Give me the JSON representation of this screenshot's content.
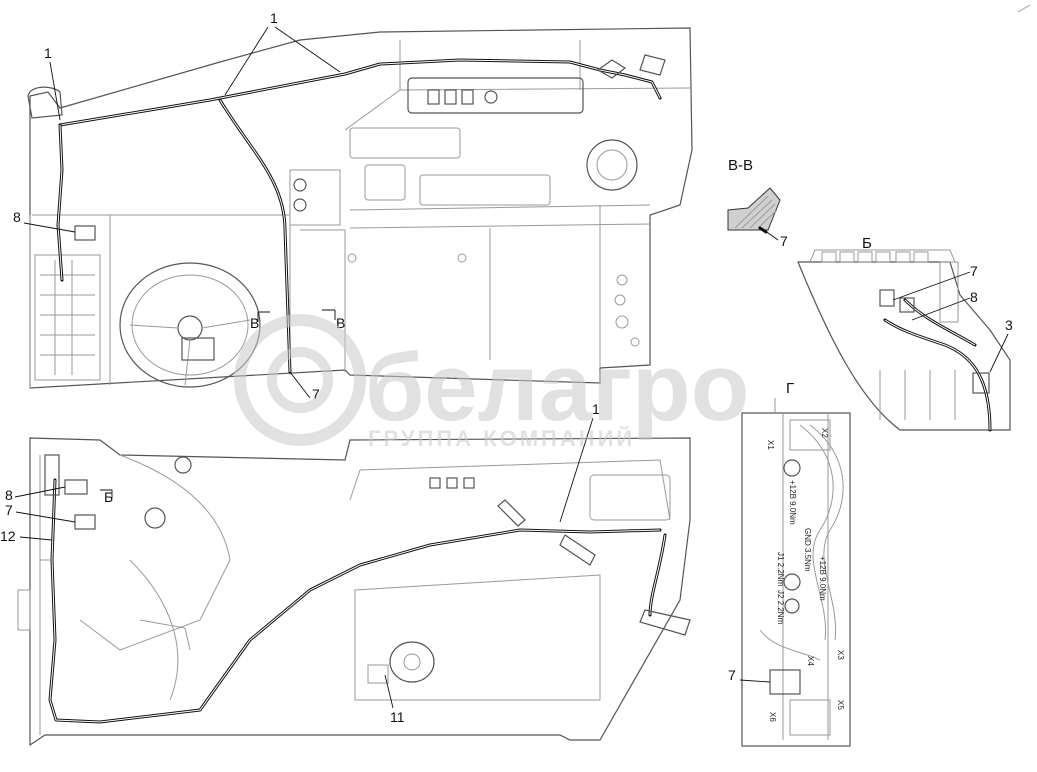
{
  "watermark": {
    "brand": "белагро",
    "subtitle": "ГРУППА КОМПАНИЙ"
  },
  "views": {
    "section_bb": "В-В",
    "view_b": "Б",
    "view_g": "Г"
  },
  "top_view": {
    "callouts": [
      "1",
      "1",
      "8",
      "7"
    ],
    "section_marks": [
      "В",
      "В"
    ]
  },
  "bottom_view": {
    "callouts": [
      "1",
      "8",
      "7",
      "12",
      "11"
    ],
    "section_mark": "Б"
  },
  "section_bb_view": {
    "callout": "7"
  },
  "b_view": {
    "callouts": [
      "7",
      "8",
      "3"
    ]
  },
  "g_view": {
    "callout": "7",
    "rotated_labels": [
      "X1",
      "X2",
      "+12В 9.0Nm",
      "GND 3.5Nm",
      "J1 2.2Nm",
      "J2 2.2Nm",
      "+12В 9.0Nm",
      "X3",
      "X4",
      "X5",
      "X6"
    ]
  },
  "colors": {
    "line": "#111111",
    "grey": "#9a9a9a",
    "watermark": "#c9c9c9"
  },
  "icons": {
    "corner_mark": "slash-icon"
  }
}
